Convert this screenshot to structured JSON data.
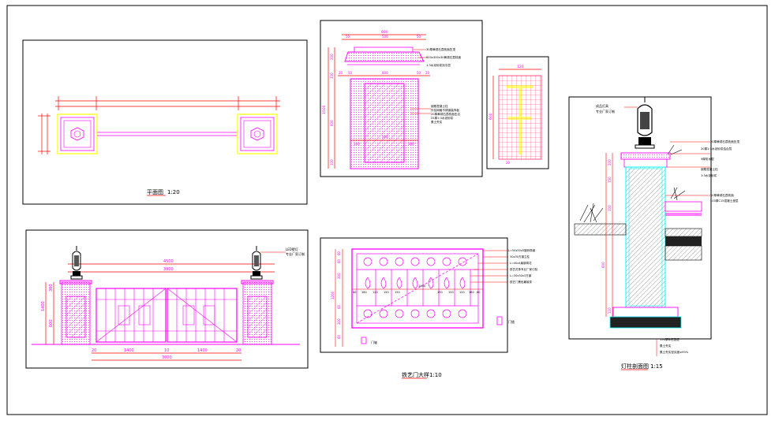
{
  "colors": {
    "frame": "#000000",
    "outline": "#ff00ff",
    "dimension": "#ff0000",
    "accent": "#ffff00",
    "grid": "#ff3366",
    "hatch": "#00ffff",
    "soil": "#333333"
  },
  "panels": {
    "plan": {
      "title": "平面图",
      "scale": "1:20"
    },
    "elevation": {
      "dim_total": "4500",
      "dim_inner": "3900",
      "dim_bottom_parts": [
        "20",
        "1400",
        "10",
        "1400",
        "20"
      ],
      "dim_bottom_total": "3000",
      "left_dims": [
        "1400",
        "300",
        "600"
      ],
      "lamp_note_1": "LED壁灯",
      "lamp_note_2": "专业厂家订制"
    },
    "pillar_elevation": {
      "top_dims": [
        "800",
        "50",
        "500",
        "50"
      ],
      "mid_dims": [
        "20",
        "50",
        "800",
        "50",
        "20"
      ],
      "bottom_dims": [
        "160",
        "500",
        "160"
      ],
      "side_dims": [
        "1500",
        "200",
        "100",
        "600",
        "100"
      ],
      "notes": [
        "30厚黄锈石荔枝面压顶",
        "600x300x30黄锈石荔枝面",
        "1:3水泥砂浆找平层",
        "钢筋混凝土柱",
        "外挂网格不锈钢装饰板",
        "20厚黄锈石荔枝面压边",
        "25厚1:3水泥砂浆",
        "素土夯实"
      ]
    },
    "grid_detail": {
      "dim_top": "120",
      "dim_side": "600",
      "dim_bottom": "20"
    },
    "gate": {
      "title": "铁艺门大样",
      "scale": "1:10",
      "left_dims": [
        "60",
        "60",
        "300",
        "1200",
        "60",
        "300",
        "60"
      ],
      "row_dims": [
        "60",
        "180",
        "120",
        "150",
        "150",
        "1400",
        "150",
        "150",
        "120",
        "180",
        "60"
      ],
      "notes": [
        "L=50x50x5镀锌角钢",
        "30x30方钢立柱",
        "L=40x4扁钢弯花",
        "铁艺花饰专业厂家订制",
        "L=30x30x3方钢",
        "铁艺门黑色氟碳漆"
      ],
      "lock_label": "门锁",
      "hinge_label": "门轴"
    },
    "lamp_section": {
      "title": "灯柱剖面图",
      "scale": "1:15",
      "top_labels": [
        "成品灯具",
        "专业厂家订制"
      ],
      "side_dims": [
        "200",
        "150",
        "100",
        "600",
        "120"
      ],
      "notes": [
        "20厚黄锈石荔枝面压顶",
        "20厚1:3水泥砂浆结合层",
        "5厚防水层",
        "钢筋混凝土柱",
        "1:3水泥砂浆",
        "20厚黄锈石荔枝面",
        "100厚C15混凝土垫层",
        "150厚碎石垫层",
        "素土夯实",
        "素土夯实密实度≥95%"
      ]
    }
  }
}
